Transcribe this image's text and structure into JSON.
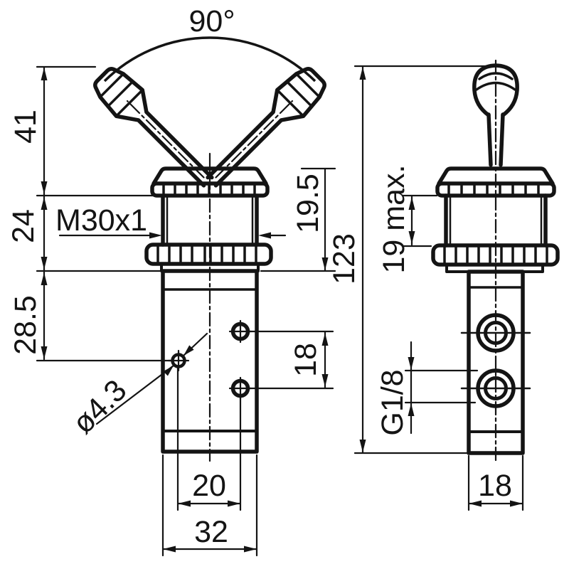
{
  "drawing": {
    "background": "#ffffff",
    "ink": "#141414",
    "angle_dim": "90°",
    "front_view": {
      "dim_lever_height": "41",
      "dim_neck_height": "24",
      "dim_hole_offset": "28.5",
      "thread_label": "M30x1",
      "dim_thread_len": "19.5",
      "dim_total_height": "123",
      "dim_hole_spacing_v": "18",
      "hole_diameter": "ø4.3",
      "dim_hole_spacing_h": "20",
      "dim_body_width": "32"
    },
    "side_view": {
      "dim_nut_travel": "19 max.",
      "port_thread": "G1/8",
      "dim_body_depth": "18"
    }
  }
}
